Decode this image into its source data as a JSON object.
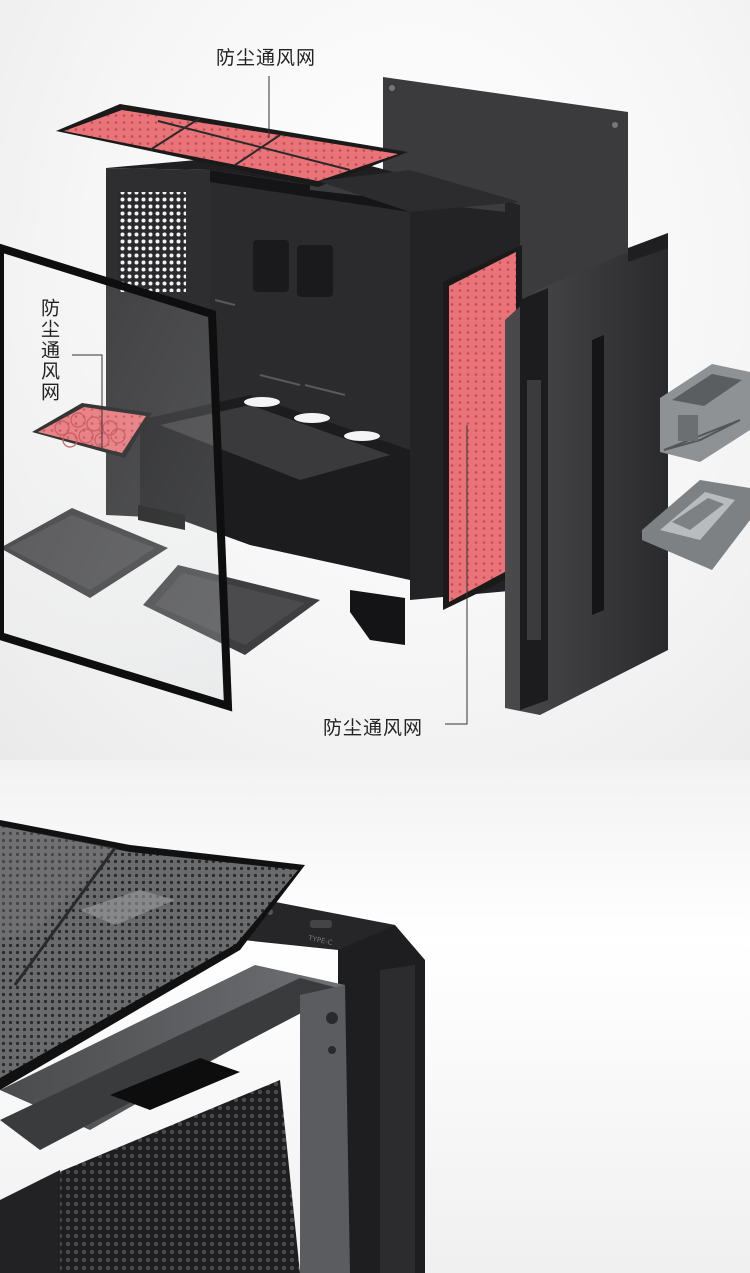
{
  "callouts": {
    "top_filter": "防尘通风网",
    "side_filter": "防尘通风网",
    "bottom_filter": "防尘通风网"
  },
  "front_io": {
    "port_label": "TYPE-C"
  },
  "colors": {
    "mesh_red": "#e86a6e",
    "case_black": "#1c1c1e",
    "panel_dark": "#3a3a3c",
    "callout_line": "#333333"
  }
}
